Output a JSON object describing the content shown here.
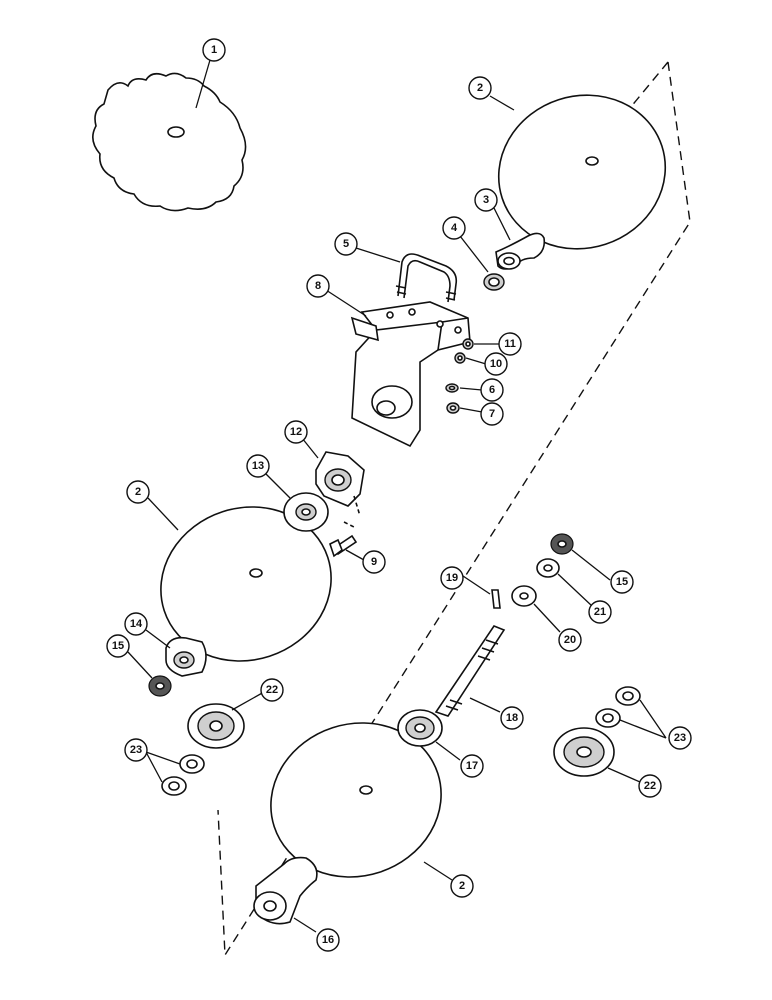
{
  "callouts": [
    {
      "id": "1",
      "label": "1"
    },
    {
      "id": "2a",
      "label": "2"
    },
    {
      "id": "2b",
      "label": "2"
    },
    {
      "id": "2c",
      "label": "2"
    },
    {
      "id": "3",
      "label": "3"
    },
    {
      "id": "4",
      "label": "4"
    },
    {
      "id": "5",
      "label": "5"
    },
    {
      "id": "6",
      "label": "6"
    },
    {
      "id": "7",
      "label": "7"
    },
    {
      "id": "8",
      "label": "8"
    },
    {
      "id": "9",
      "label": "9"
    },
    {
      "id": "10",
      "label": "10"
    },
    {
      "id": "11",
      "label": "11"
    },
    {
      "id": "12",
      "label": "12"
    },
    {
      "id": "13",
      "label": "13"
    },
    {
      "id": "14",
      "label": "14"
    },
    {
      "id": "15a",
      "label": "15"
    },
    {
      "id": "15b",
      "label": "15"
    },
    {
      "id": "16",
      "label": "16"
    },
    {
      "id": "17",
      "label": "17"
    },
    {
      "id": "18",
      "label": "18"
    },
    {
      "id": "19",
      "label": "19"
    },
    {
      "id": "20",
      "label": "20"
    },
    {
      "id": "21",
      "label": "21"
    },
    {
      "id": "22a",
      "label": "22"
    },
    {
      "id": "22b",
      "label": "22"
    },
    {
      "id": "23a",
      "label": "23"
    },
    {
      "id": "23b",
      "label": "23"
    }
  ]
}
